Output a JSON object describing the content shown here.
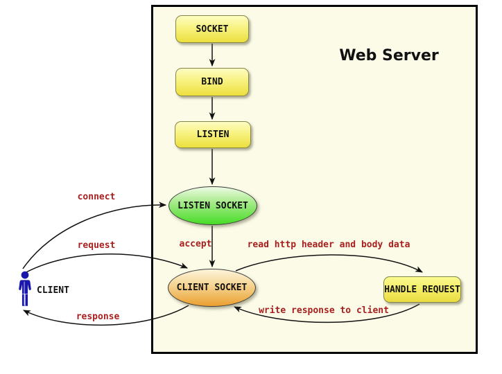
{
  "diagram": {
    "title": "Web Server",
    "actor": {
      "label": "CLIENT"
    },
    "nodes": [
      {
        "id": "socket",
        "label": "SOCKET",
        "shape": "rounded-rect",
        "fill": "yellow"
      },
      {
        "id": "bind",
        "label": "BIND",
        "shape": "rounded-rect",
        "fill": "yellow"
      },
      {
        "id": "listen",
        "label": "LISTEN",
        "shape": "rounded-rect",
        "fill": "yellow"
      },
      {
        "id": "listen-socket",
        "label": "LISTEN SOCKET",
        "shape": "ellipse",
        "fill": "green"
      },
      {
        "id": "client-socket",
        "label": "CLIENT SOCKET",
        "shape": "ellipse",
        "fill": "orange"
      },
      {
        "id": "handle-request",
        "label": "HANDLE REQUEST",
        "shape": "rounded-rect",
        "fill": "yellow"
      }
    ],
    "edge_labels": {
      "connect": "connect",
      "request": "request",
      "response": "response",
      "accept": "accept",
      "read": "read http header and body data",
      "write": "write response to client"
    },
    "colors": {
      "page_background": "#ffffff",
      "server_box_fill": "#fbfbe8",
      "server_box_border": "#000000",
      "node_yellow_top": "#fdfdc2",
      "node_yellow_bottom": "#ecdf3e",
      "ellipse_green_top": "#eefbe4",
      "ellipse_green_bottom": "#46dc26",
      "ellipse_orange_top": "#fdf5dc",
      "ellipse_orange_bottom": "#ea9f30",
      "edge_label_color": "#a81f1f",
      "actor_color": "#1a18ab",
      "arrow_color": "#111111"
    }
  }
}
